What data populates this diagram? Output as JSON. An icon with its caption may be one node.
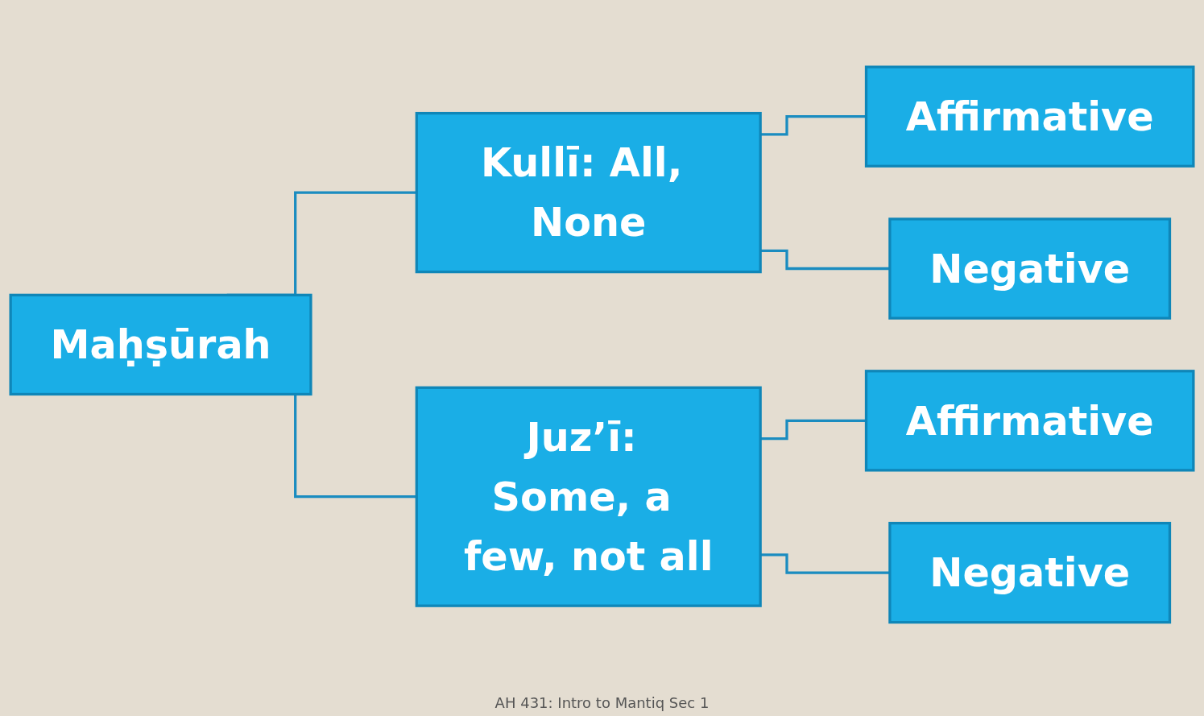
{
  "diagram": {
    "nodes": [
      {
        "text": [
          "Maḥṣūrah"
        ]
      },
      {
        "text": [
          "Kullī: All, None"
        ]
      },
      {
        "text": [
          "Juz’ī: Some, a few, not all"
        ]
      },
      {
        "text": [
          "Affirmative"
        ]
      },
      {
        "text": [
          "Negative"
        ]
      },
      {
        "text": [
          "Affirmative"
        ]
      },
      {
        "text": [
          "Negative"
        ]
      }
    ],
    "edges": [
      {
        "from": 0,
        "to": 1,
        "arrow": "none"
      },
      {
        "from": 0,
        "to": 2,
        "arrow": "none"
      },
      {
        "from": 1,
        "to": 3,
        "arrow": "none"
      },
      {
        "from": 1,
        "to": 4,
        "arrow": "none"
      },
      {
        "from": 2,
        "to": 5,
        "arrow": "none"
      },
      {
        "from": 2,
        "to": 6,
        "arrow": "none"
      }
    ],
    "labels": [
      "AH 431: Intro to Mantiq Sec 1"
    ]
  }
}
